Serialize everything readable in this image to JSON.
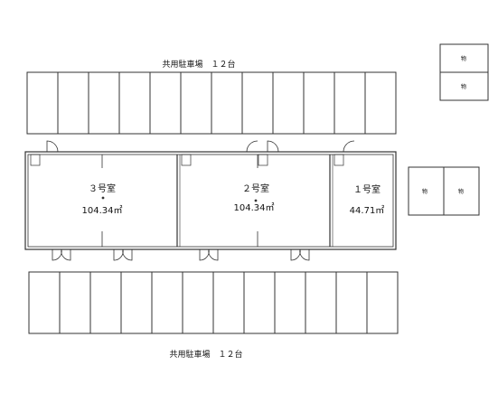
{
  "parking_top": {
    "label": "共用駐車場　１２台",
    "spaces": 12
  },
  "parking_bottom": {
    "label": "共用駐車場　１２台",
    "spaces": 12
  },
  "rooms": [
    {
      "name": "３号室",
      "area": "104.34㎡"
    },
    {
      "name": "２号室",
      "area": "104.34㎡"
    },
    {
      "name": "１号室",
      "area": "44.71㎡"
    }
  ],
  "storage_top": [
    "物",
    "物"
  ],
  "storage_right": [
    "物",
    "物"
  ]
}
